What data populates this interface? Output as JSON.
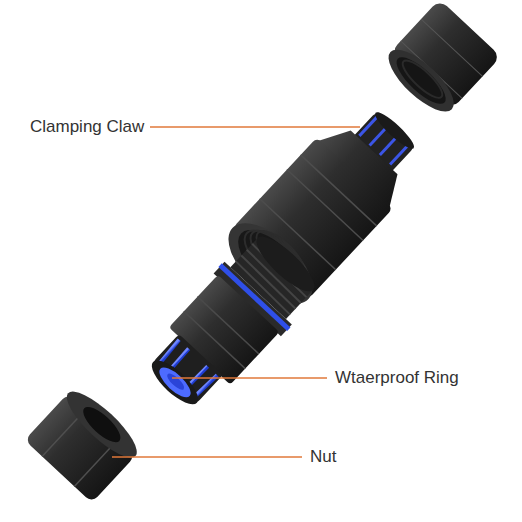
{
  "diagram": {
    "labels": [
      "Clamping Claw",
      "Wtaerproof Ring",
      "Nut"
    ]
  }
}
